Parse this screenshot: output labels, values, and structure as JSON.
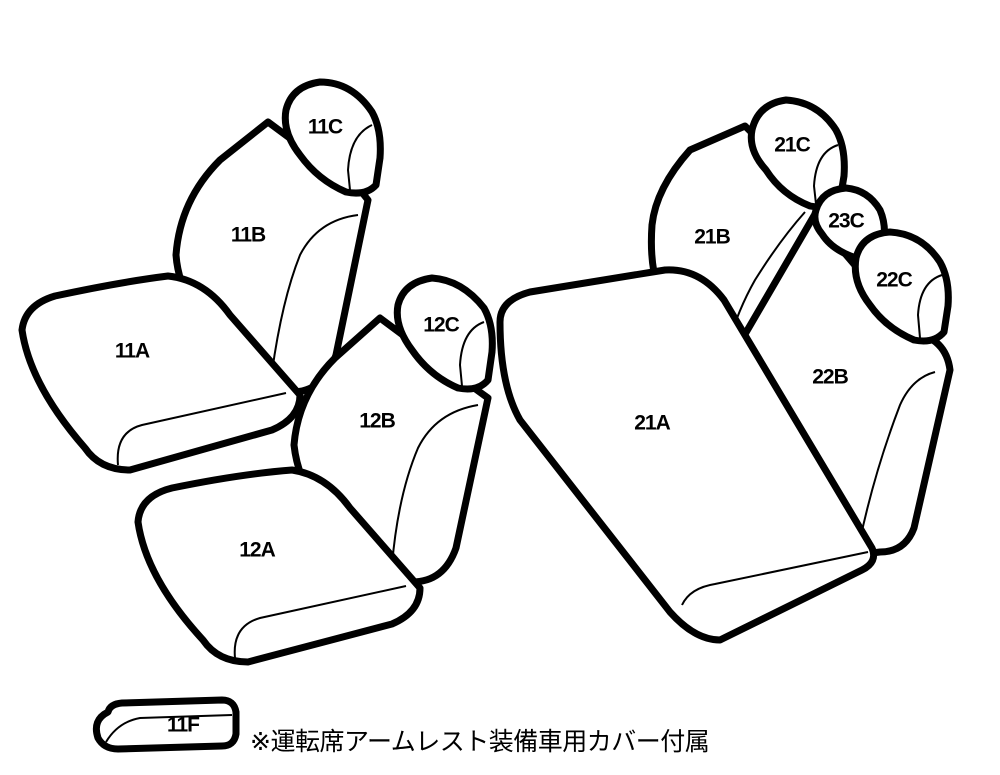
{
  "parts": {
    "seat_11A": "11A",
    "back_11B": "11B",
    "head_11C": "11C",
    "seat_12A": "12A",
    "back_12B": "12B",
    "head_12C": "12C",
    "seat_21A": "21A",
    "back_21B": "21B",
    "head_21C": "21C",
    "back_22B": "22B",
    "head_22C": "22C",
    "head_23C": "23C",
    "armrest_11F": "11F"
  },
  "note": "※運転席アームレスト装備車用カバー付属"
}
